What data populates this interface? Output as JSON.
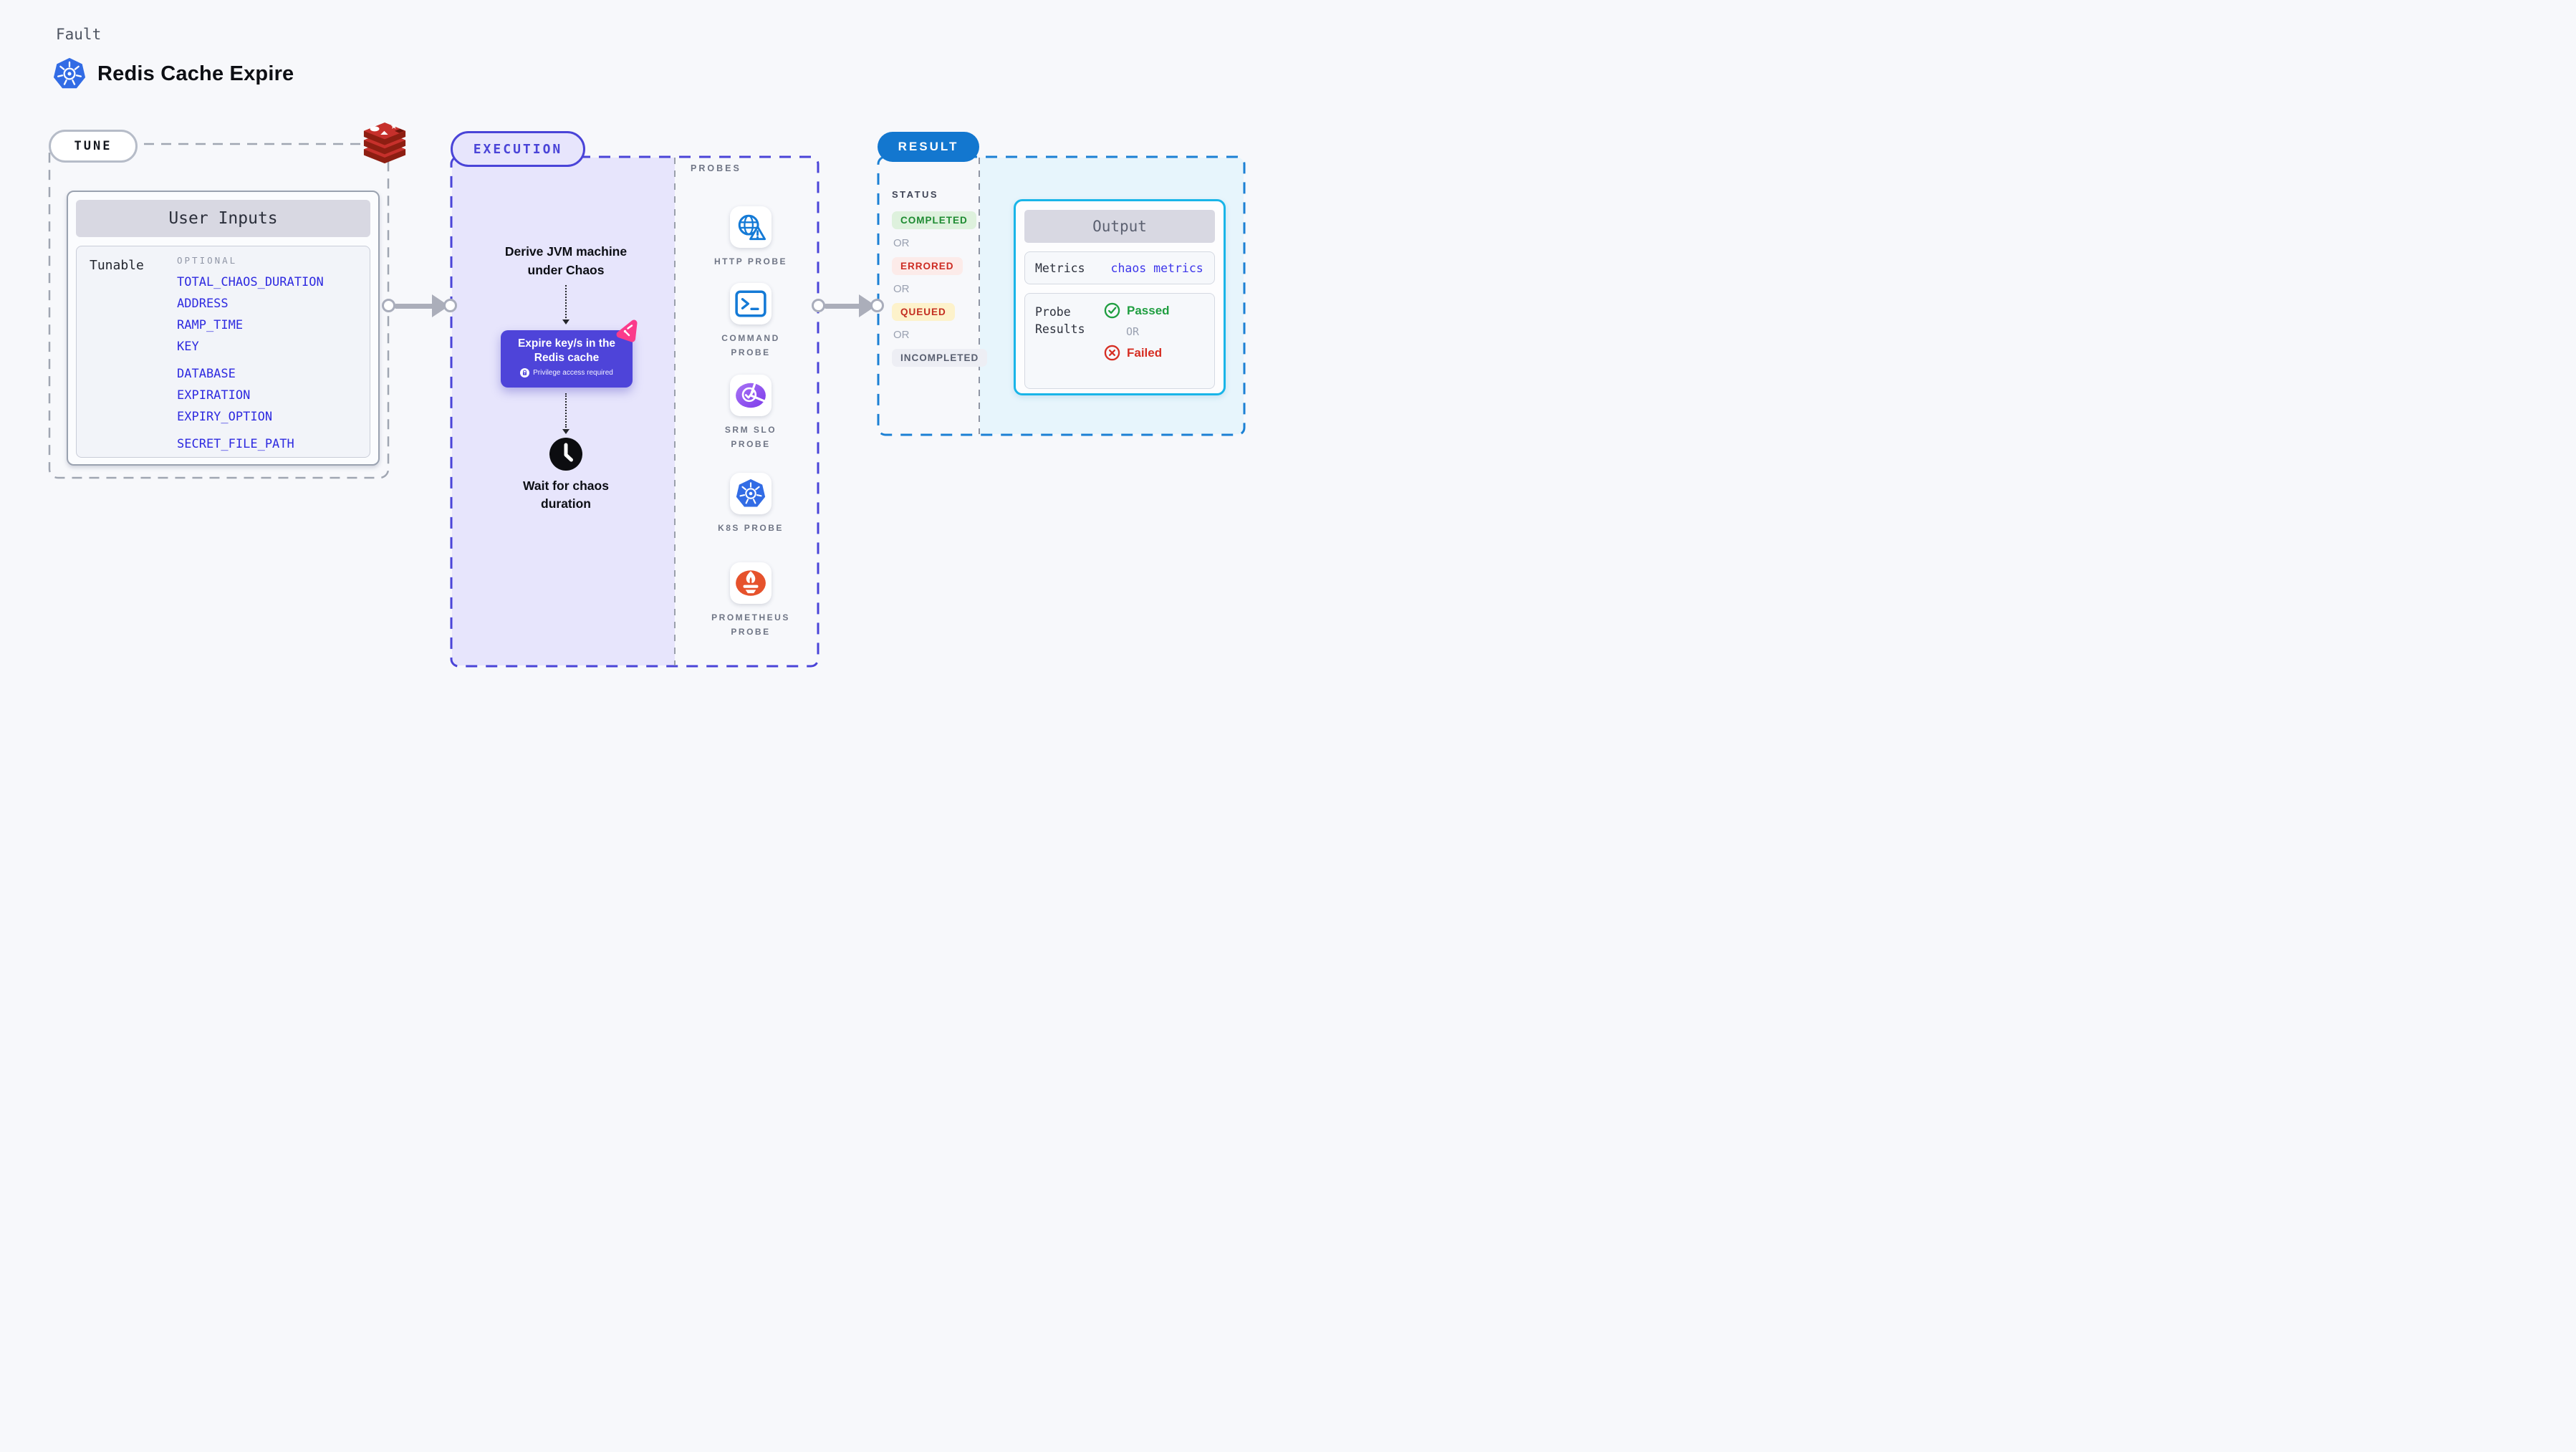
{
  "header": {
    "kicker": "Fault",
    "title": "Redis Cache Expire",
    "title_icon": "kubernetes-icon"
  },
  "tune": {
    "label": "TUNE",
    "corner_icon": "redis-icon",
    "user_inputs": {
      "title": "User Inputs",
      "row_label": "Tunable",
      "column_label": "OPTIONAL",
      "param_color": "#2e2ae0",
      "param_groups": [
        [
          "TOTAL_CHAOS_DURATION",
          "ADDRESS",
          "RAMP_TIME",
          "KEY"
        ],
        [
          "DATABASE",
          "EXPIRATION",
          "EXPIRY_OPTION"
        ],
        [
          "SECRET_FILE_PATH"
        ]
      ]
    }
  },
  "execution": {
    "label": "EXECUTION",
    "accent_color": "#4a44d8",
    "steps": {
      "derive": {
        "line1": "Derive JVM machine",
        "line2": "under Chaos"
      },
      "fault_card": {
        "line1": "Expire key/s in the",
        "line2": "Redis cache",
        "badge": "Privilege access required",
        "bg_color": "#4e44d9",
        "lock_icon": "lock-icon",
        "corner_icon": "litmus-chaos-icon"
      },
      "wait": {
        "line1": "Wait for chaos",
        "line2": "duration",
        "icon": "clock-icon"
      }
    },
    "probes": {
      "title": "PROBES",
      "items": [
        {
          "label": "HTTP PROBE",
          "icon": "globe-warning-icon"
        },
        {
          "label": "COMMAND PROBE",
          "icon": "terminal-icon"
        },
        {
          "label": "SRM SLO PROBE",
          "icon": "gauge-check-icon"
        },
        {
          "label": "K8S PROBE",
          "icon": "kubernetes-icon"
        },
        {
          "label": "PROMETHEUS PROBE",
          "icon": "prometheus-icon"
        }
      ]
    }
  },
  "result": {
    "label": "RESULT",
    "accent_color": "#1377cf",
    "status": {
      "title": "STATUS",
      "separator": "OR",
      "badges": [
        {
          "label": "COMPLETED",
          "text_color": "#1d8a31",
          "bg_color": "#def1dd"
        },
        {
          "label": "ERRORED",
          "text_color": "#cd2b22",
          "bg_color": "#fcebe9"
        },
        {
          "label": "QUEUED",
          "text_color": "#c32d20",
          "bg_color": "#fdf2cb"
        },
        {
          "label": "INCOMPLETED",
          "text_color": "#595f70",
          "bg_color": "#edeef4"
        }
      ]
    },
    "output": {
      "title": "Output",
      "metrics_label": "Metrics",
      "metrics_value": "chaos metrics",
      "metrics_value_color": "#3d36ea",
      "probe_results_label": "Probe Results",
      "passed_label": "Passed",
      "passed_color": "#1f9e40",
      "separator": "OR",
      "failed_label": "Failed",
      "failed_color": "#d62e23",
      "passed_icon": "check-circle-icon",
      "failed_icon": "x-circle-icon"
    }
  }
}
